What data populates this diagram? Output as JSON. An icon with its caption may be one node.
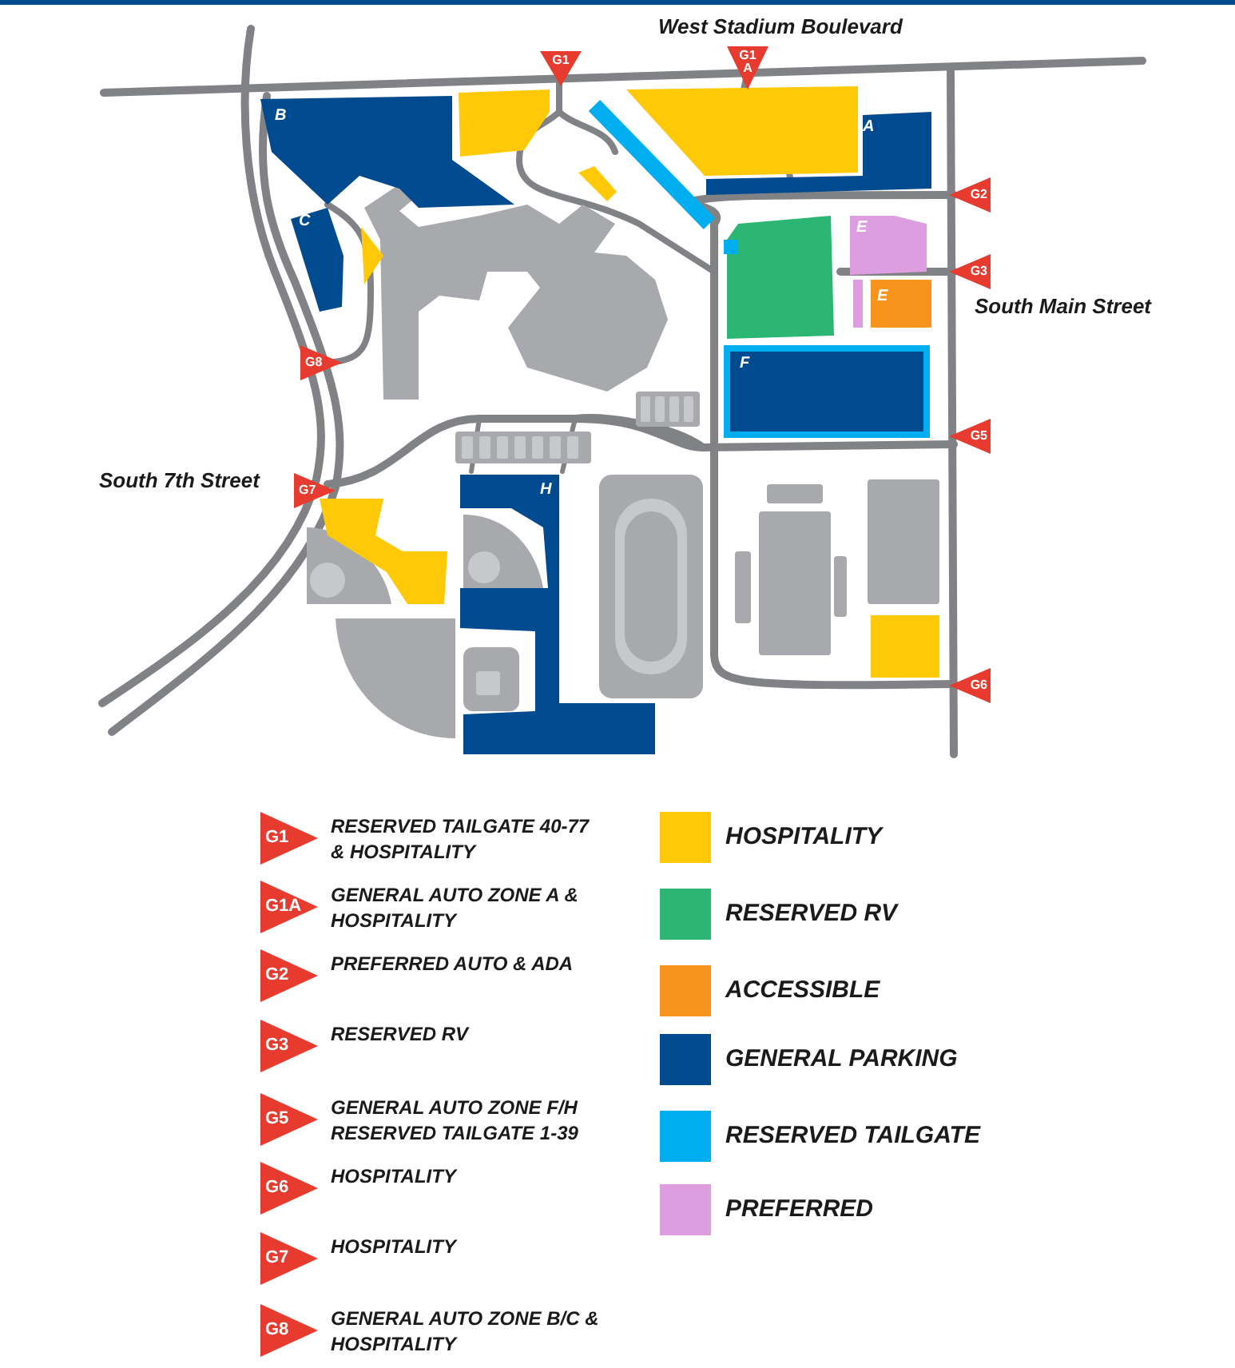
{
  "diagram": {
    "labels": [
      "West Stadium Boulevard",
      "G1",
      "G1 A",
      "B",
      "A",
      "G2",
      "C",
      "E",
      "E",
      "G3",
      "South Main Street",
      "F",
      "G8",
      "G5",
      "South 7th Street",
      "G7",
      "H",
      "G6",
      "G1",
      "G1A",
      "G2",
      "G3",
      "G5",
      "G6",
      "G7",
      "G8"
    ],
    "legend": [
      {
        "text": "RESERVED TAILGATE 40-77 & HOSPITALITY"
      },
      {
        "text": "GENERAL AUTO ZONE A & HOSPITALITY"
      },
      {
        "text": "PREFERRED AUTO & ADA"
      },
      {
        "text": "RESERVED RV"
      },
      {
        "text": "GENERAL AUTO ZONE F/H RESERVED TAILGATE 1-39"
      },
      {
        "text": "HOSPITALITY"
      },
      {
        "text": "HOSPITALITY"
      },
      {
        "text": "GENERAL AUTO ZONE B/C & HOSPITALITY"
      },
      {
        "text": "HOSPITALITY",
        "color": "#ffc907"
      },
      {
        "text": "RESERVED RV",
        "color": "#2bb673"
      },
      {
        "text": "ACCESSIBLE",
        "color": "#f7941d"
      },
      {
        "text": "GENERAL PARKING",
        "color": "#004a8f"
      },
      {
        "text": "RESERVED TAILGATE",
        "color": "#00aeef"
      },
      {
        "text": "PREFERRED",
        "color": "#dd9ee0"
      }
    ]
  }
}
